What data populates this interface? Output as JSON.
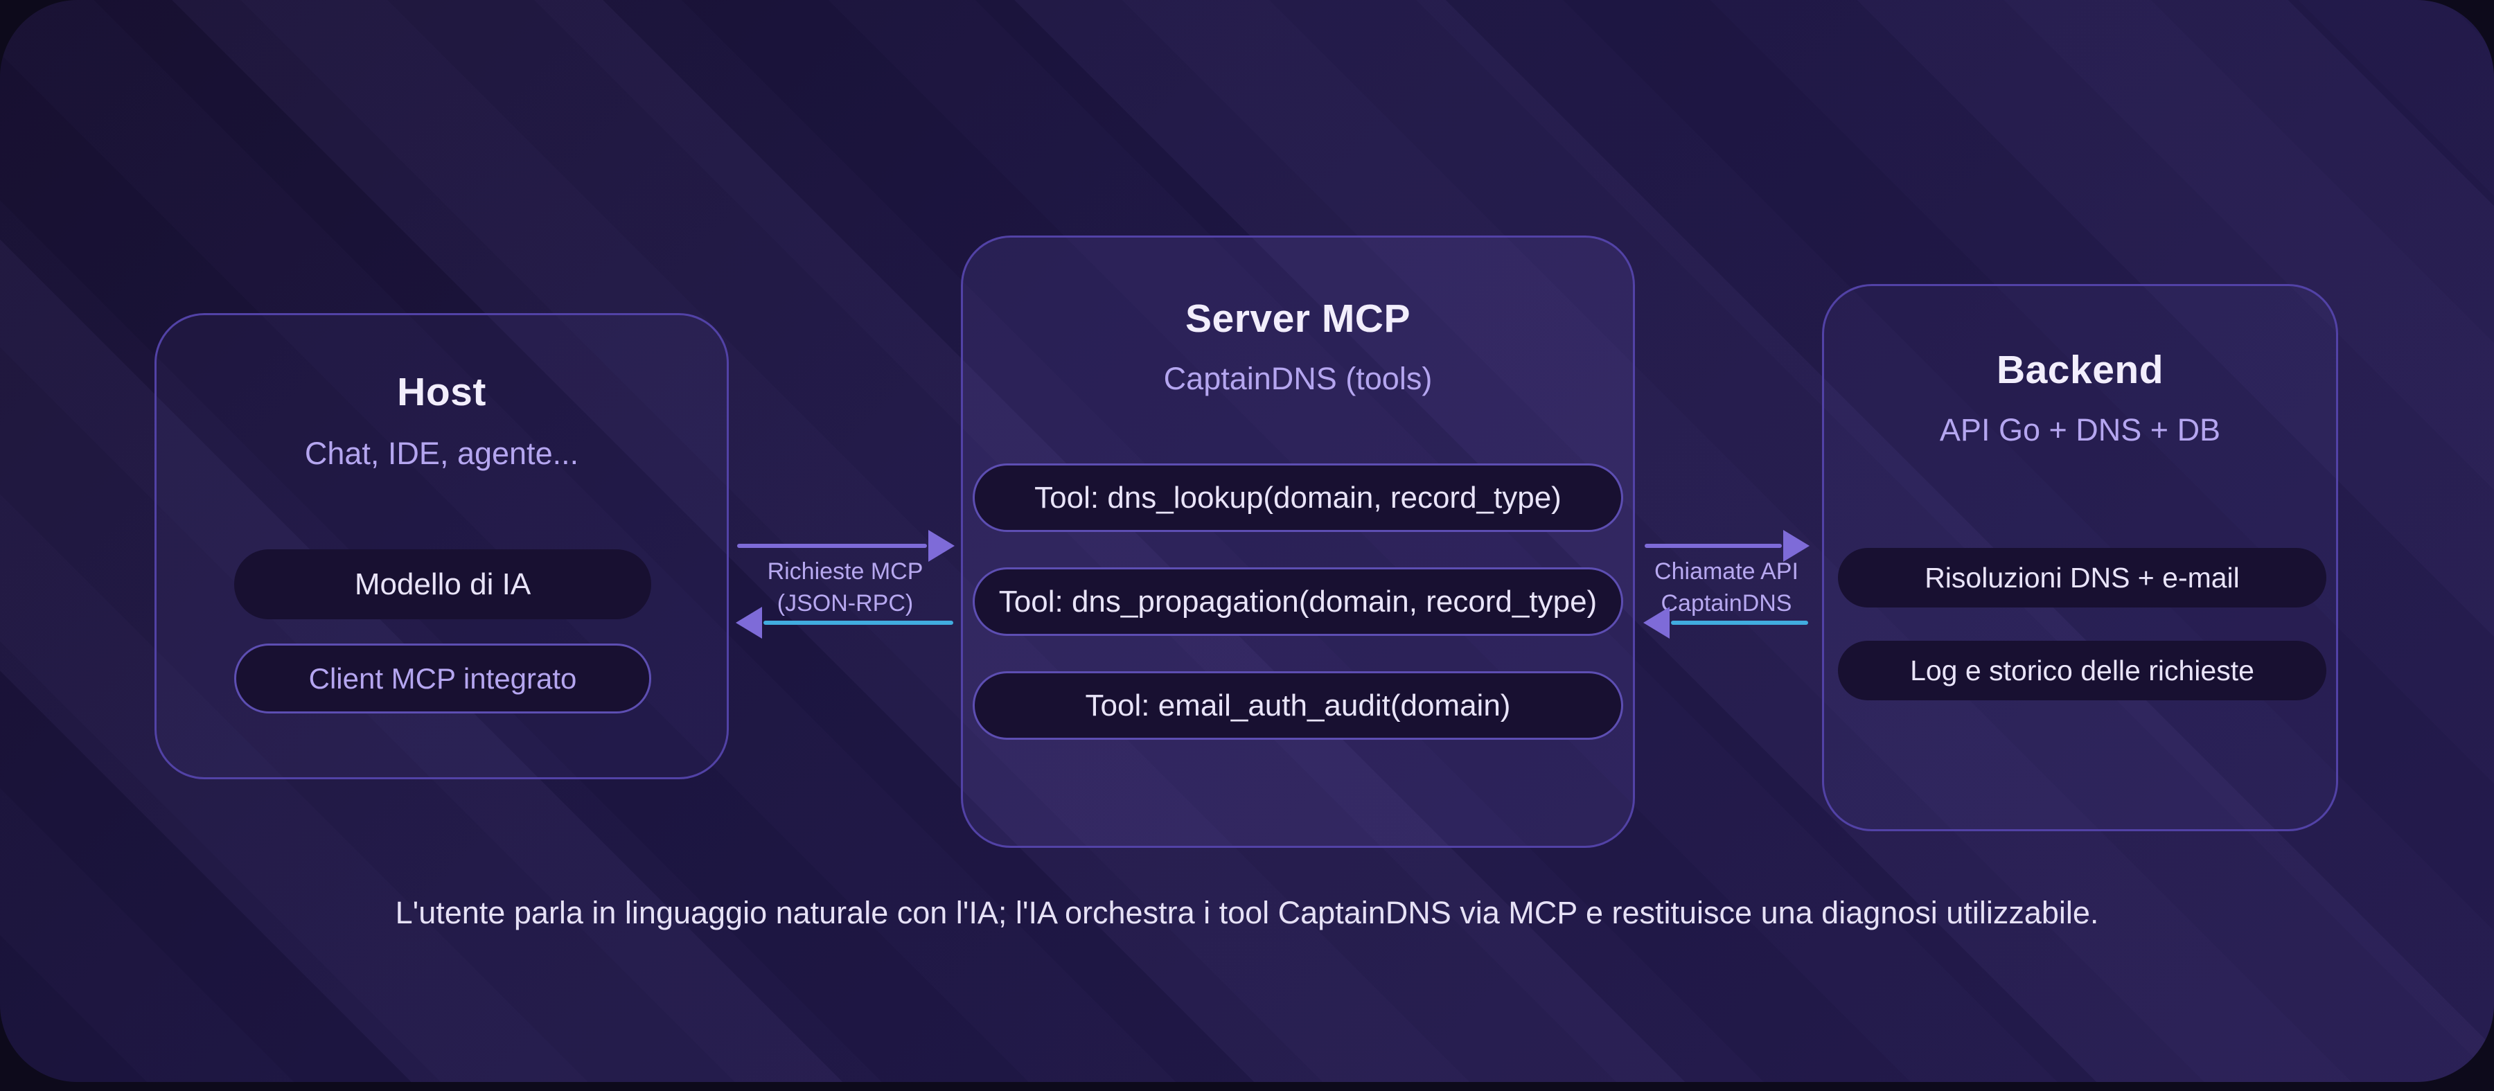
{
  "diagram": {
    "host": {
      "title": "Host",
      "subtitle": "Chat, IDE, agente...",
      "pills": [
        {
          "label": "Modello di IA"
        },
        {
          "label": "Client MCP integrato"
        }
      ]
    },
    "server": {
      "title": "Server MCP",
      "subtitle": "CaptainDNS (tools)",
      "tools": [
        {
          "label": "Tool: dns_lookup(domain, record_type)"
        },
        {
          "label": "Tool: dns_propagation(domain, record_type)"
        },
        {
          "label": "Tool: email_auth_audit(domain)"
        }
      ]
    },
    "backend": {
      "title": "Backend",
      "subtitle": "API Go + DNS + DB",
      "pills": [
        {
          "label": "Risoluzioni DNS + e-mail"
        },
        {
          "label": "Log e storico delle richieste"
        }
      ]
    },
    "links": {
      "host_server": {
        "line1": "Richieste MCP",
        "line2": "(JSON-RPC)"
      },
      "server_backend": {
        "line1": "Chiamate API",
        "line2": "CaptainDNS"
      }
    },
    "caption": "L'utente parla in linguaggio naturale con l'IA; l'IA orchestra i tool CaptainDNS via MCP e restituisce una diagnosi utilizzabile."
  },
  "colors": {
    "accent_purple": "#7e6bd8",
    "accent_cyan": "#41acdf",
    "box_border": "#5242a6",
    "pill_background": "#181031",
    "title_text": "#f2eefc",
    "muted_text": "#b5a6f0"
  }
}
